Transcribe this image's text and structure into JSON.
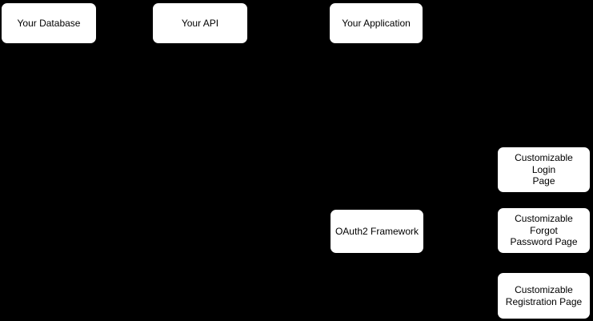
{
  "diagram": {
    "background_color": "#000000",
    "node_fill_color": "#ffffff",
    "node_text_color": "#000000",
    "nodes": {
      "database": {
        "label": "Your Database"
      },
      "api": {
        "label": "Your API"
      },
      "application": {
        "label": "Your Application"
      },
      "oauth2": {
        "label": "OAuth2 Framework"
      },
      "login_page": {
        "label": [
          "Customizable Login",
          "Page"
        ]
      },
      "forgot_password": {
        "label": [
          "Customizable Forgot",
          "Password Page"
        ]
      },
      "registration_page": {
        "label": [
          "Customizable",
          "Registration Page"
        ]
      }
    }
  }
}
